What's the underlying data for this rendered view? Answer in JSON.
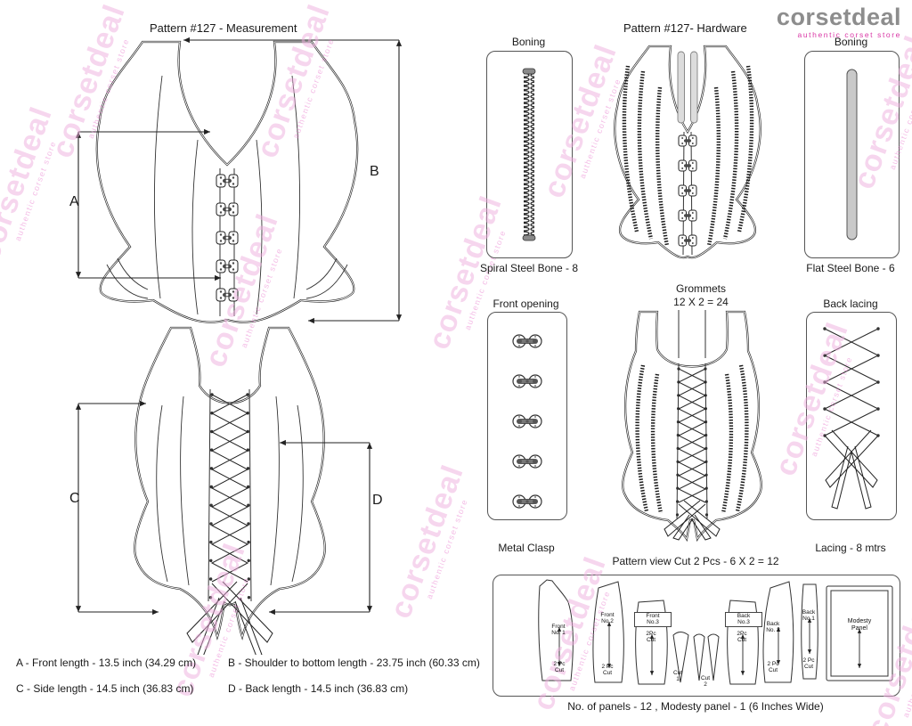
{
  "colors": {
    "accent_pink": "#d936a5",
    "watermark_pink": "#efaede",
    "line": "#222222"
  },
  "brand": {
    "name": "corsetdeal",
    "tagline": "authentic corset store"
  },
  "watermark": {
    "text": "corsetdeal",
    "tagline": "authentic corset store"
  },
  "measurement": {
    "title": "Pattern #127 -  Measurement",
    "labels": {
      "a": "A",
      "b": "B",
      "c": "C",
      "d": "D"
    },
    "notes": {
      "a": "A - Front length - 13.5 inch (34.29 cm)",
      "b": "B - Shoulder to bottom length - 23.75 inch (60.33 cm)",
      "c": "C - Side length - 14.5 inch (36.83 cm)",
      "d": "D - Back length - 14.5 inch (36.83 cm)"
    }
  },
  "hardware": {
    "title": "Pattern #127-  Hardware",
    "spiral_bone": {
      "label": "Boning",
      "caption": "Spiral Steel Bone - 8"
    },
    "flat_bone": {
      "label": "Boning",
      "caption": "Flat Steel Bone - 6"
    },
    "front_opening": {
      "label": "Front opening",
      "caption": "Metal Clasp"
    },
    "grommets": {
      "line1": "Grommets",
      "line2": "12 X 2 = 24"
    },
    "back_lacing": {
      "label": "Back lacing",
      "caption": "Lacing - 8 mtrs"
    },
    "pattern_view": {
      "title": "Pattern view Cut 2 Pcs - 6 X 2 = 12",
      "footer": "No. of panels - 12  , Modesty panel - 1 (6 Inches Wide)",
      "panels": [
        {
          "name": "Front\nNo. 1",
          "cut": "2 Pc\nCut"
        },
        {
          "name": "Front\nNo.2",
          "cut": "2 Pc\nCut"
        },
        {
          "name": "Front\nNo.3",
          "cut": "2Pc\nCut"
        },
        {
          "name": "Cut\n1"
        },
        {
          "name": "Cut\n2"
        },
        {
          "name": "Back\nNo.3",
          "cut": "2Pc\nCut"
        },
        {
          "name": "Back\nNo. 2",
          "cut": "2 Pc\nCut"
        },
        {
          "name": "Back\nNo.1",
          "cut": "2 Pc\nCut"
        },
        {
          "name": "Modesty\nPanel"
        }
      ]
    }
  }
}
